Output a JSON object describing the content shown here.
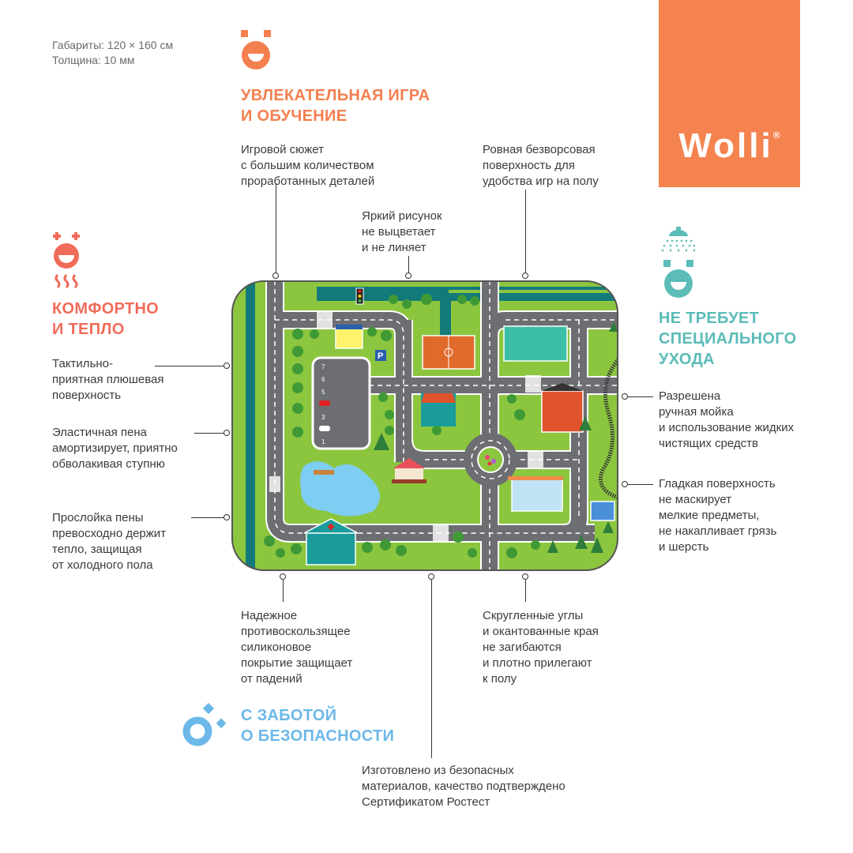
{
  "specs": {
    "dimensions": "Габариты:  120 × 160 см",
    "thickness": "Толщина: 10 мм"
  },
  "brand": {
    "logo_text": "Wolli",
    "registered_mark": "®",
    "color": "#f4834f"
  },
  "sections": {
    "play": {
      "heading": "УВЛЕКАТЕЛЬНАЯ ИГРА\nИ ОБУЧЕНИЕ",
      "color": "#f47f4f",
      "icon": "smiley-icon"
    },
    "comfort": {
      "heading": "КОМФОРТНО\nИ ТЕПЛО",
      "color": "#f06c5a",
      "icon": "warm-smiley-icon"
    },
    "care": {
      "heading": "НЕ ТРЕБУЕТ\nСПЕЦИАЛЬНОГО\nУХОДА",
      "color": "#5bbcb8",
      "icon": "shower-smiley-icon"
    },
    "safety": {
      "heading": "С ЗАБОТОЙ\nО БЕЗОПАСНОСТИ",
      "color": "#6cb8e8",
      "icon": "safety-icon"
    }
  },
  "callouts": {
    "story": "Игровой сюжет\nс большим количеством\nпроработанных деталей",
    "surface": "Ровная безворсовая\nповерхность для\nудобства игр  на полу",
    "bright": "Яркий рисунок\nне выцветает\nи не линяет",
    "tactile": "Тактильно-\nприятная плюшевая\nповерхность",
    "elastic": "Эластичная пена\nамортизирует, приятно\nобволакивая ступню",
    "warm": "Прослойка пены\nпревосходно держит\nтепло, защищая\nот холодного пола",
    "wash": "Разрешена\nручная мойка\nи использование жидких\nчистящих средств",
    "smooth": "Гладкая поверхность\nне маскирует\nмелкие предметы,\nне накапливает грязь\nи шерсть",
    "antislip": "Надежное\nпротивоскользящее\nсиликоновое\nпокрытие защищает\nот падений",
    "corners": "Скругленные углы\nи окантованные края\nне загибаются\nи плотно прилегают\nк полу",
    "materials": "Изготовлено из безопасных\nматериалов, качество подтверждено\nСертификатом Ростест"
  },
  "map": {
    "parking_numbers": [
      "7",
      "6",
      "5",
      "3",
      "1"
    ],
    "parking_sign": "P"
  }
}
